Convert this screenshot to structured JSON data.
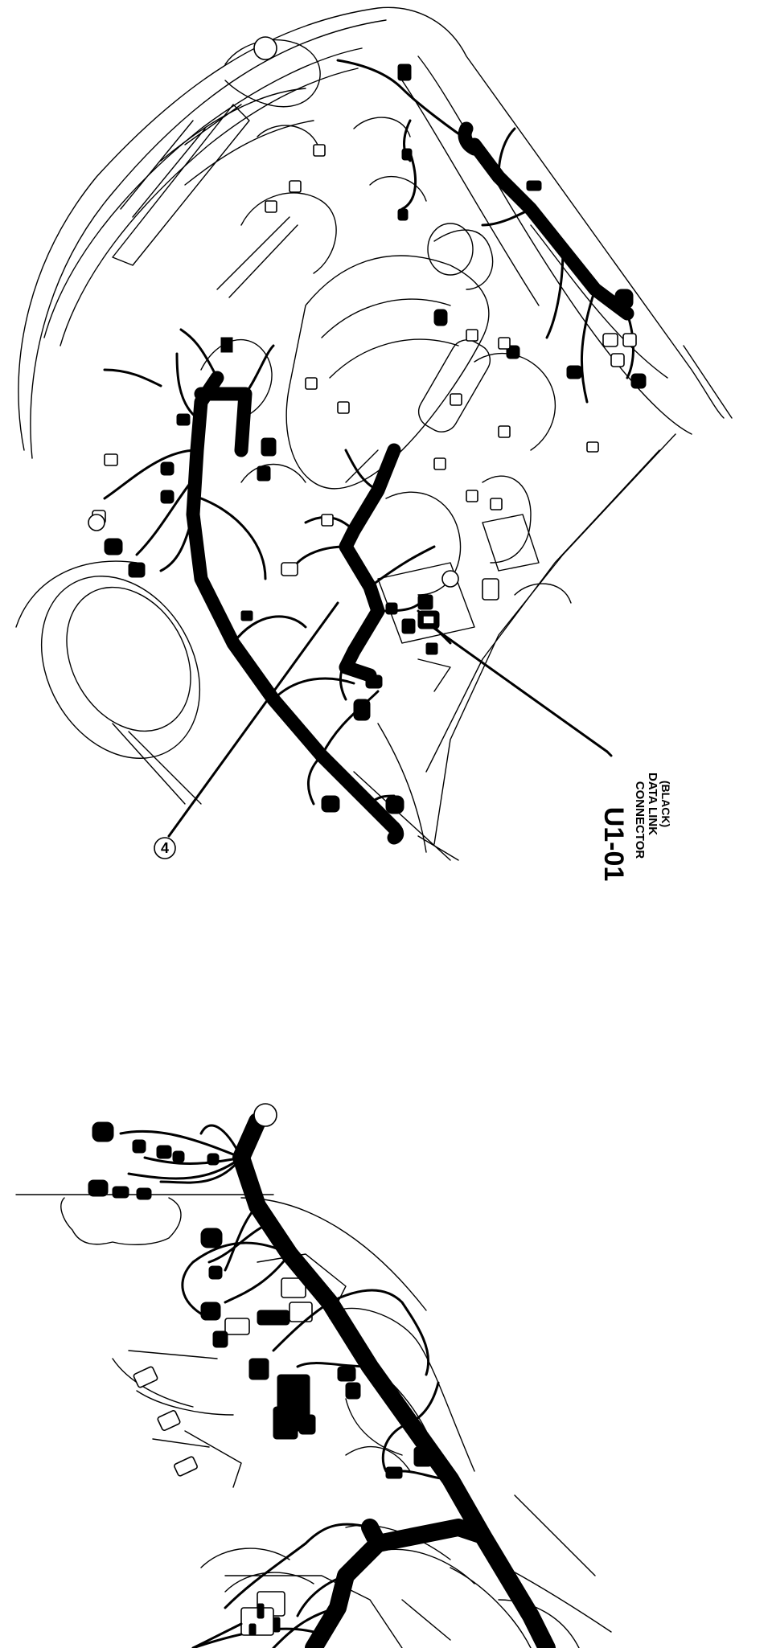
{
  "callouts": {
    "connector_code": "U1-01",
    "connector_name_line1": "DATA LINK",
    "connector_name_line2": "CONNECTOR",
    "connector_color": "(BLACK)",
    "circle_number": "4"
  }
}
